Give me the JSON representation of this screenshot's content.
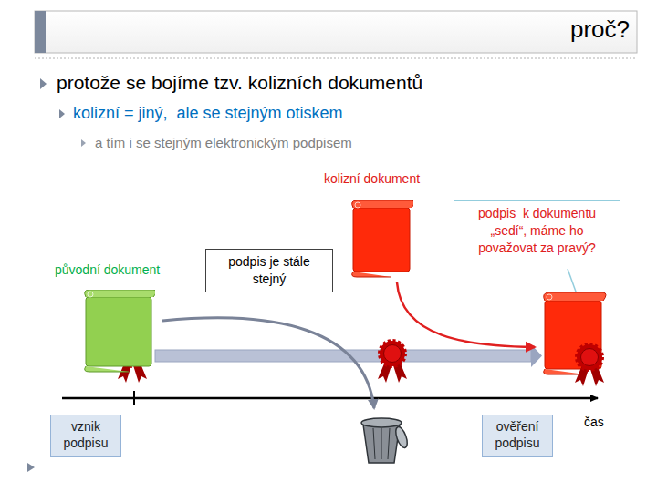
{
  "diagram": {
    "title": "proč?",
    "nodes": [
      {
        "text": [
          "kolizní dokument"
        ]
      },
      {
        "text": [
          "podpis  k dokumentu „sedí“, máme ho považovat za pravý?"
        ]
      },
      {
        "text": [
          "podpis je stále stejný"
        ]
      },
      {
        "text": [
          "původní dokument"
        ]
      },
      {
        "text": [
          "vznik podpisu"
        ]
      },
      {
        "text": [
          "ověření podpisu"
        ]
      }
    ],
    "labels": [
      "protože se bojíme tzv. kolizních dokumentů",
      "kolizní = jiný,  ale se stejným otiskem",
      "a tím i se stejným elektronickým podpisem",
      "čas"
    ]
  }
}
